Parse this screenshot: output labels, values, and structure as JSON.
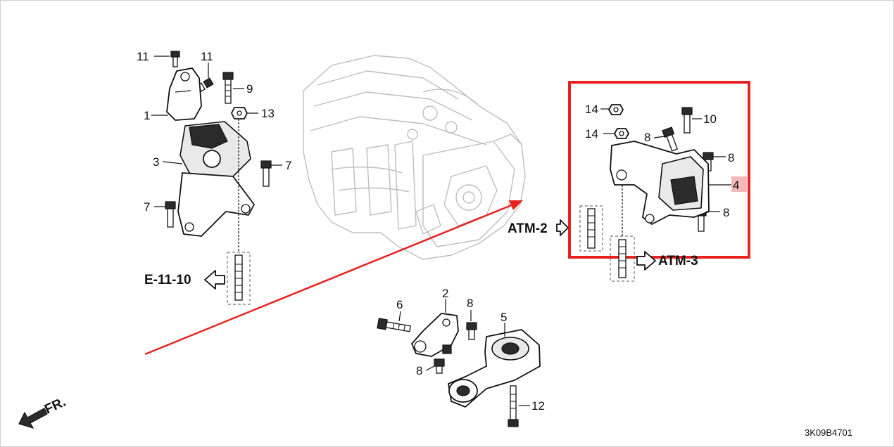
{
  "callouts": {
    "c1": "1",
    "c2": "2",
    "c3": "3",
    "c4": "4",
    "c5": "5",
    "c6": "6",
    "c7a": "7",
    "c7b": "7",
    "c8a": "8",
    "c8b": "8",
    "c8c": "8",
    "c8d": "8",
    "c8e": "8",
    "c9": "9",
    "c10": "10",
    "c11a": "11",
    "c11b": "11",
    "c12": "12",
    "c13": "13",
    "c14a": "14",
    "c14b": "14"
  },
  "references": {
    "atm2": "ATM-2",
    "atm3": "ATM-3",
    "e1110": "E-11-10",
    "front": "FR."
  },
  "diagram_code": "3K09B4701",
  "colors": {
    "highlight": "#e8231f",
    "line": "#111111",
    "engine_ghost": "#bdbdbd"
  }
}
